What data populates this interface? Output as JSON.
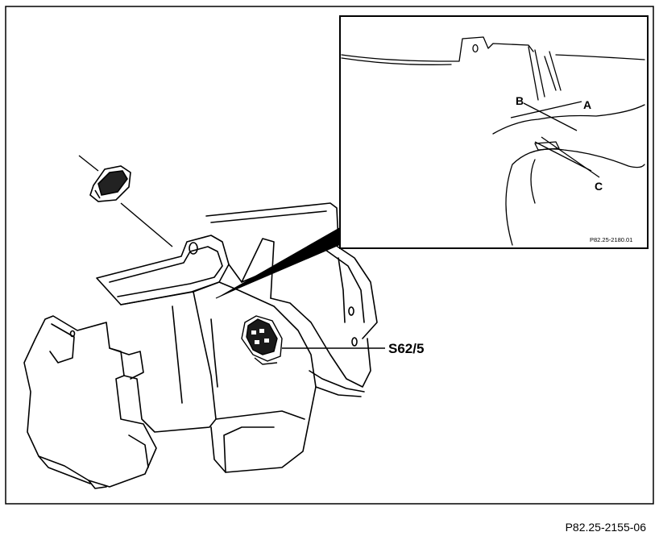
{
  "callout": {
    "label": "S62/5"
  },
  "detail": {
    "labels": {
      "a": "A",
      "b": "B",
      "c": "C"
    },
    "ref_code": "P82.25-2180.01"
  },
  "figure_ref": "P82.25-2155-06",
  "colors": {
    "line": "#000000",
    "background": "#ffffff",
    "fill_dark": "#1a1a1a"
  }
}
